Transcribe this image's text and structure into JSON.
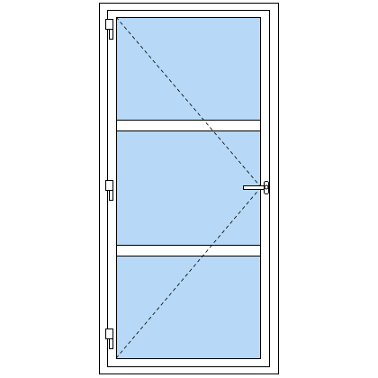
{
  "drawing": {
    "type": "door-elevation",
    "opening": "left-hinged",
    "panels": 3,
    "hinge_count": 3,
    "handle_side": "right",
    "colors": {
      "background": "#ffffff",
      "frame_fill": "#ffffff",
      "line": "#000000",
      "glass": "#b7d9f7",
      "transom_bar": "#ffffff",
      "hardware": "#ffffff"
    },
    "icons": {
      "hinge": "hinge-icon",
      "handle": "door-handle-icon"
    }
  }
}
